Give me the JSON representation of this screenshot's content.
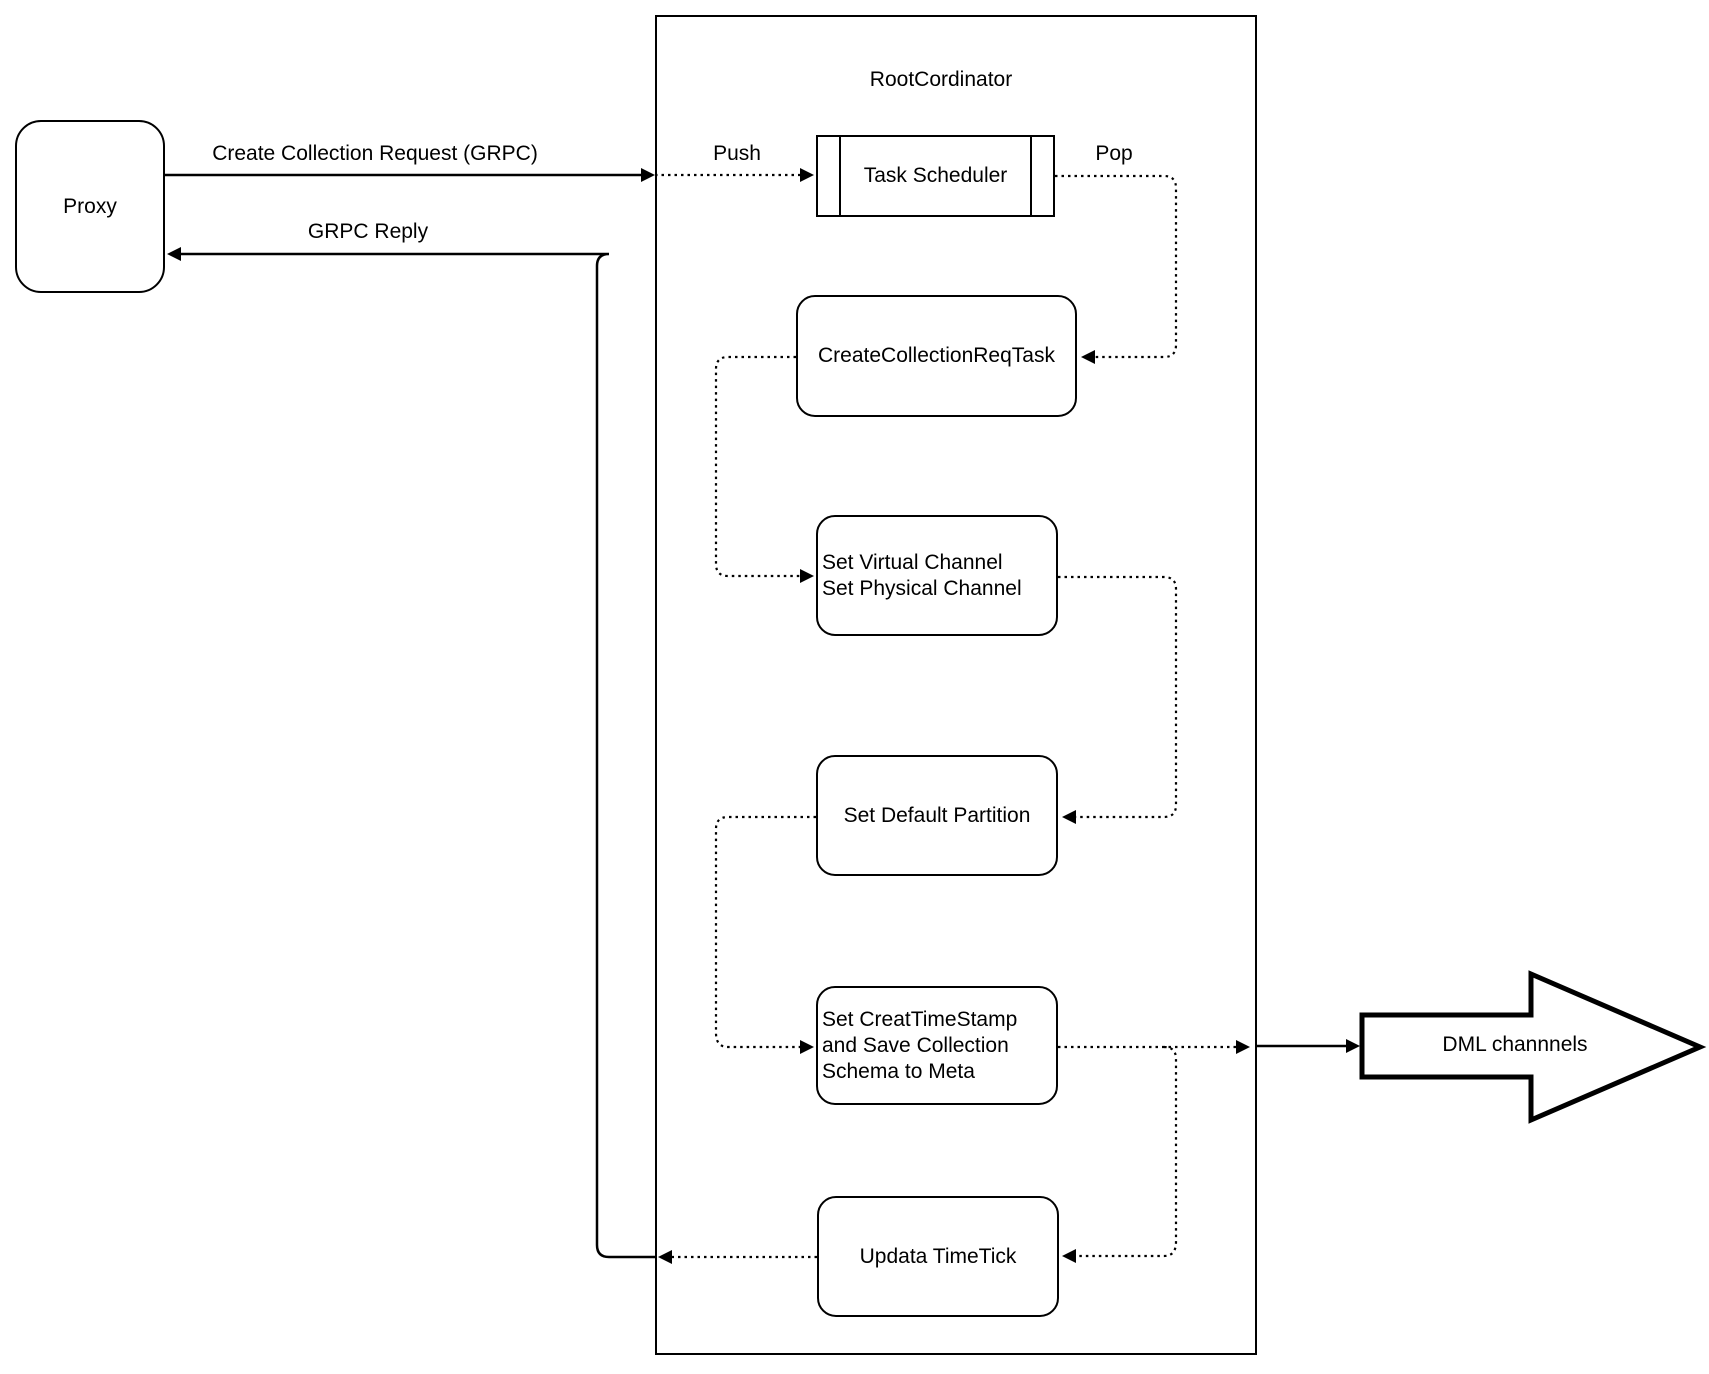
{
  "diagram": {
    "proxy": {
      "label": "Proxy"
    },
    "container": {
      "title": "RootCordinator"
    },
    "nodes": {
      "task_scheduler": "Task Scheduler",
      "create_collection_req_task": "CreateCollectionReqTask",
      "set_channels": "Set Virtual Channel\nSet Physical Channel",
      "set_default_partition": "Set Default Partition",
      "set_creat_timestamp": "Set CreatTimeStamp\nand Save Collection\nSchema to Meta",
      "updata_timetick": "Updata TimeTick",
      "dml_channels": "DML channnels"
    },
    "edges": {
      "create_collection_request": "Create Collection Request (GRPC)",
      "grpc_reply": "GRPC Reply",
      "push": "Push",
      "pop": "Pop"
    },
    "colors": {
      "stroke": "#000000",
      "fill": "#ffffff"
    }
  }
}
